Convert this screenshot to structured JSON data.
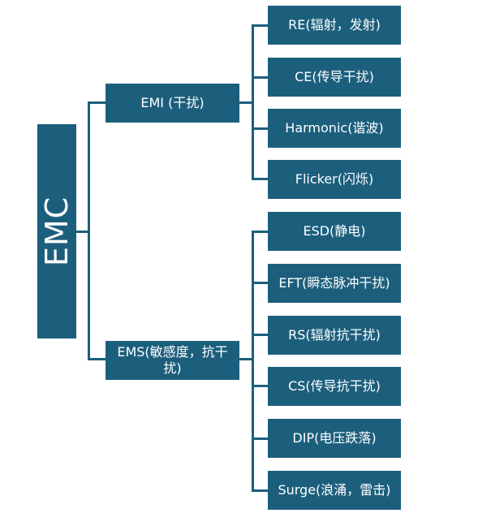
{
  "colors": {
    "box": "#1c5f7d",
    "text": "#ffffff",
    "connector": "#1c5f7d"
  },
  "root": {
    "label": "EMC"
  },
  "branches": [
    {
      "label": "EMI (干扰)",
      "children": [
        "RE(辐射，发射)",
        "CE(传导干扰)",
        "Harmonic(谐波)",
        "Flicker(闪烁)"
      ]
    },
    {
      "label": "EMS(敏感度，抗干扰)",
      "children": [
        "ESD(静电)",
        "EFT(瞬态脉冲干扰)",
        "RS(辐射抗干扰)",
        "CS(传导抗干扰)",
        "DIP(电压跌落)",
        "Surge(浪涌，雷击)"
      ]
    }
  ]
}
